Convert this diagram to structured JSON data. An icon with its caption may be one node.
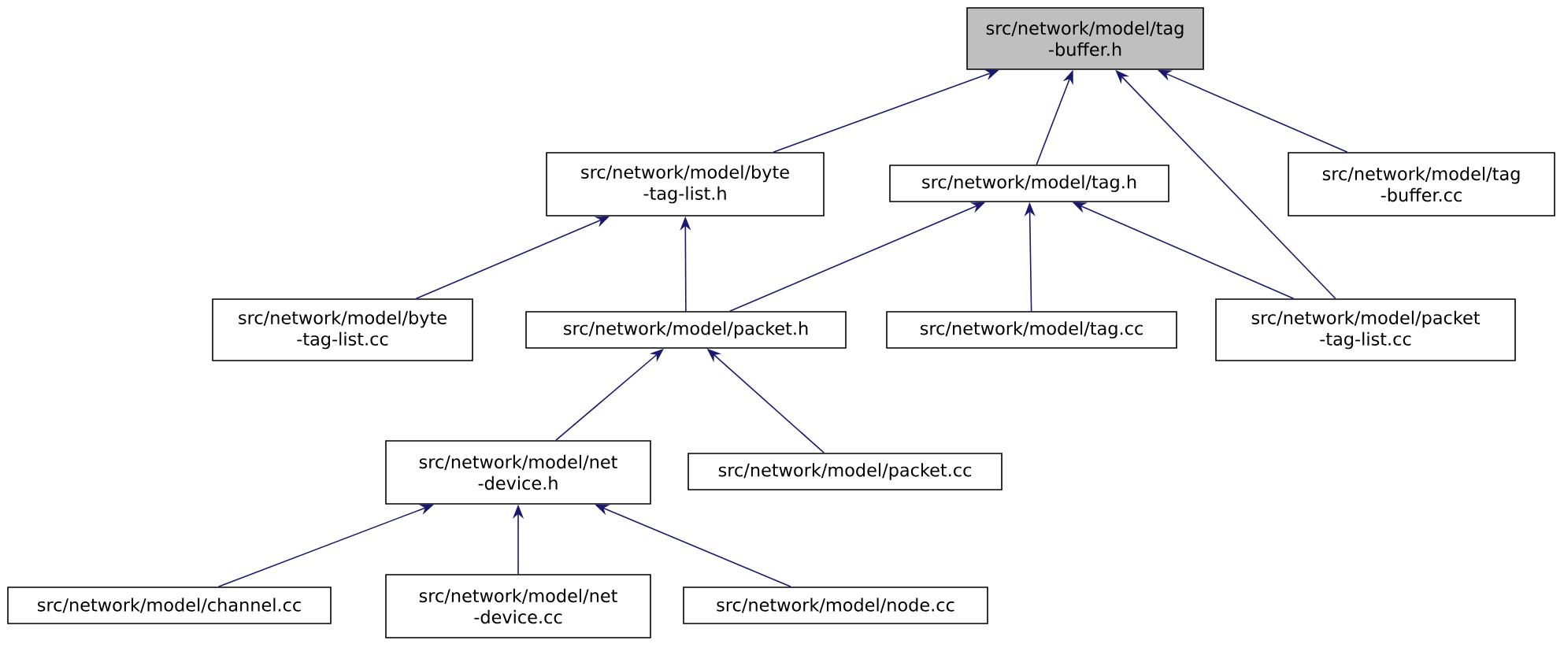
{
  "diagram": {
    "nodes": [
      {
        "text": [
          "src/network/model/tag -buffer.h"
        ]
      },
      {
        "text": [
          "src/network/model/byte -tag-list.h"
        ]
      },
      {
        "text": [
          "src/network/model/tag.h"
        ]
      },
      {
        "text": [
          "src/network/model/tag -buffer.cc"
        ]
      },
      {
        "text": [
          "src/network/model/byte -tag-list.cc"
        ]
      },
      {
        "text": [
          "src/network/model/packet.h"
        ]
      },
      {
        "text": [
          "src/network/model/tag.cc"
        ]
      },
      {
        "text": [
          "src/network/model/packet -tag-list.cc"
        ]
      },
      {
        "text": [
          "src/network/model/net -device.h"
        ]
      },
      {
        "text": [
          "src/network/model/packet.cc"
        ]
      },
      {
        "text": [
          "src/network/model/channel.cc"
        ]
      },
      {
        "text": [
          "src/network/model/net -device.cc"
        ]
      },
      {
        "text": [
          "src/network/model/node.cc"
        ]
      }
    ],
    "edges": [
      {
        "from": 1,
        "to": 0,
        "arrow": "to"
      },
      {
        "from": 2,
        "to": 0,
        "arrow": "to"
      },
      {
        "from": 7,
        "to": 0,
        "arrow": "to"
      },
      {
        "from": 3,
        "to": 0,
        "arrow": "to"
      },
      {
        "from": 4,
        "to": 1,
        "arrow": "to"
      },
      {
        "from": 5,
        "to": 1,
        "arrow": "to"
      },
      {
        "from": 5,
        "to": 2,
        "arrow": "to"
      },
      {
        "from": 6,
        "to": 2,
        "arrow": "to"
      },
      {
        "from": 7,
        "to": 2,
        "arrow": "to"
      },
      {
        "from": 8,
        "to": 5,
        "arrow": "to"
      },
      {
        "from": 9,
        "to": 5,
        "arrow": "to"
      },
      {
        "from": 10,
        "to": 8,
        "arrow": "to"
      },
      {
        "from": 11,
        "to": 8,
        "arrow": "to"
      },
      {
        "from": 12,
        "to": 8,
        "arrow": "to"
      }
    ]
  }
}
